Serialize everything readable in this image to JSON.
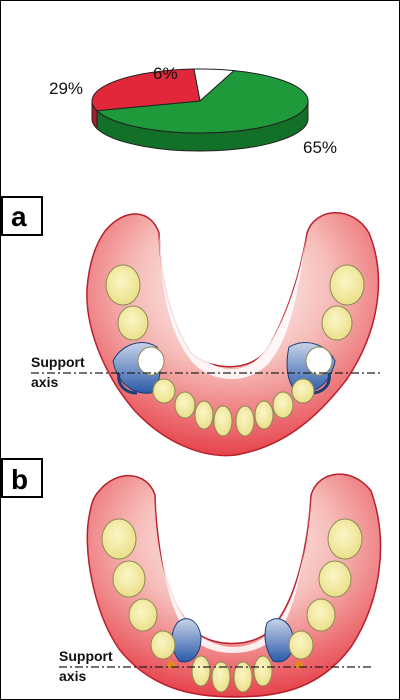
{
  "chart_data": {
    "type": "pie",
    "slices": [
      {
        "label": "65%",
        "value": 65,
        "color": "#1f9a3a",
        "side": "#137028"
      },
      {
        "label": "29%",
        "value": 29,
        "color": "#e0283a",
        "side": "#a81d2c"
      },
      {
        "label": "6%",
        "value": 6,
        "color": "#ffffff",
        "side": "#d8d8d8"
      }
    ]
  },
  "panels": [
    {
      "letter": "a",
      "axis_label_line1": "Support",
      "axis_label_line2": "axis"
    },
    {
      "letter": "b",
      "axis_label_line1": "Support",
      "axis_label_line2": "axis"
    }
  ],
  "colors": {
    "gum": "#e8323e",
    "gum_light": "#f6c2bf",
    "tooth": "#f2eca0",
    "clasp": "#2a5aa8",
    "abutment": "#ffffff"
  }
}
